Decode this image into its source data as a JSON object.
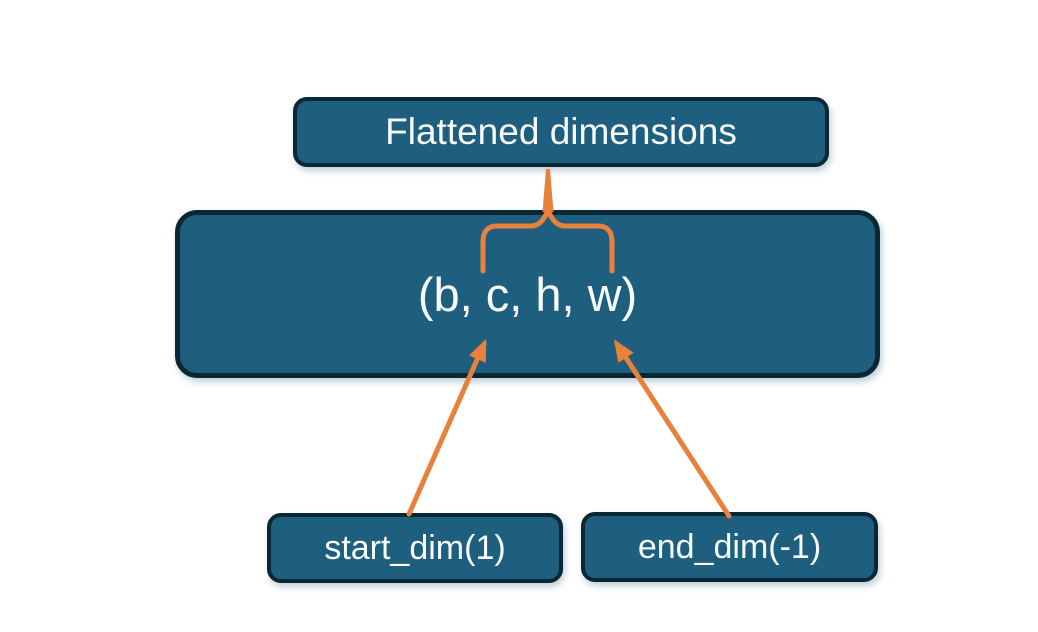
{
  "diagram": {
    "type": "flowchart",
    "background_color": "#FFFFFF",
    "colors": {
      "node_fill": "#1E5E7E",
      "node_border": "#0A2733",
      "node_text": "#F8FBFC",
      "connector": "#E8813B"
    },
    "nodes": {
      "flattened": {
        "label": "Flattened dimensions"
      },
      "tensor": {
        "label": "(b, c, h, w)"
      },
      "start_dim": {
        "label": "start_dim(1)"
      },
      "end_dim": {
        "label": "end_dim(-1)"
      }
    },
    "connectors": [
      {
        "kind": "stem-with-brace",
        "from": "flattened",
        "to": "tensor",
        "spans": "c, h, w"
      },
      {
        "kind": "arrow",
        "from": "start_dim",
        "to": "tensor",
        "points_at": "c"
      },
      {
        "kind": "arrow",
        "from": "end_dim",
        "to": "tensor",
        "points_at": "w"
      }
    ]
  }
}
